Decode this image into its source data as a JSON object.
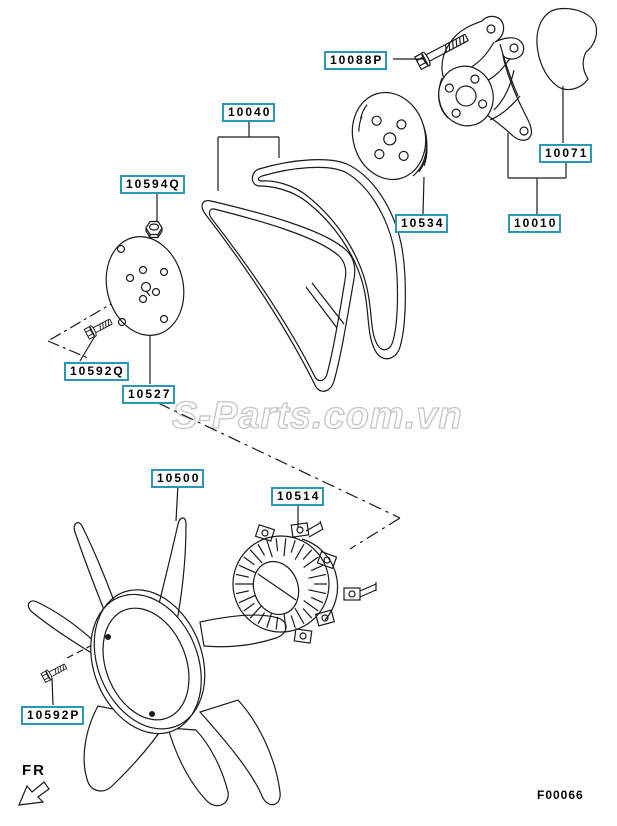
{
  "page": {
    "watermark": "S-Parts.com.vn",
    "orientation_label": "FR",
    "figure_code": "F00066"
  },
  "colors": {
    "label_border": "#2E96B4",
    "line_art": "#1A1A1A",
    "watermark_gray": "#C4C4C4",
    "background": "#FFFFFF"
  },
  "part_labels": [
    {
      "code": "10088P"
    },
    {
      "code": "10040"
    },
    {
      "code": "10594Q"
    },
    {
      "code": "10071"
    },
    {
      "code": "10534"
    },
    {
      "code": "10010"
    },
    {
      "code": "10592Q"
    },
    {
      "code": "10527"
    },
    {
      "code": "10500"
    },
    {
      "code": "10514"
    },
    {
      "code": "10592P"
    }
  ]
}
